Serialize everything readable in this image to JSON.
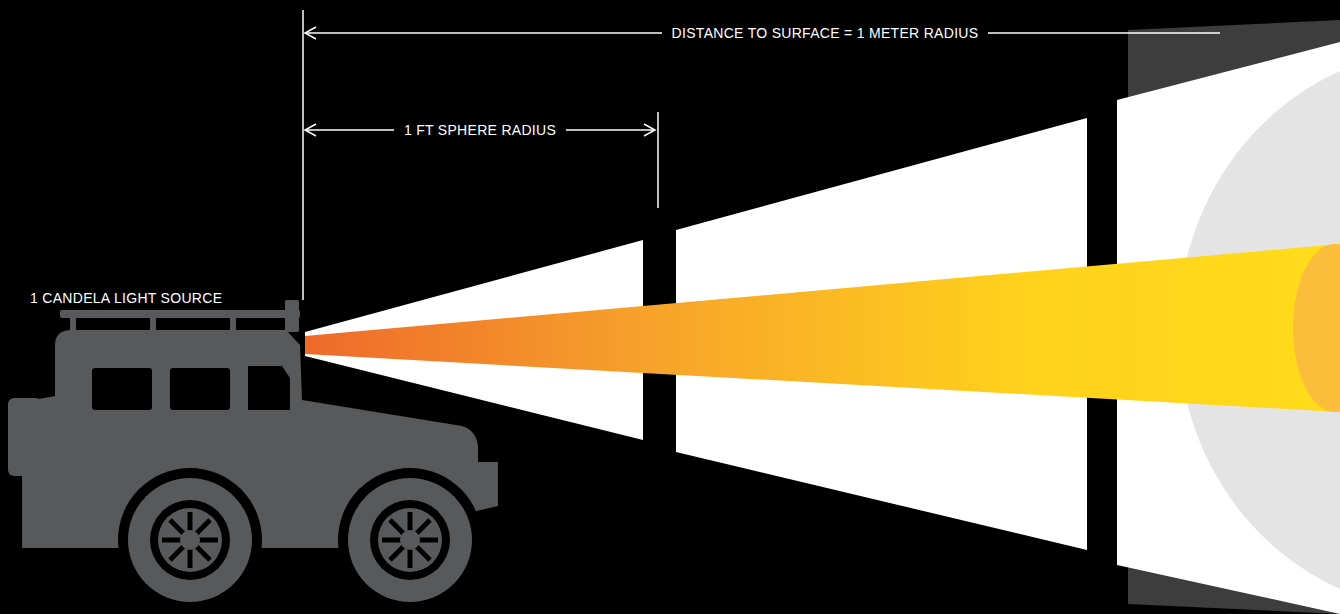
{
  "diagram": {
    "labels": [
      "DISTANCE TO SURFACE = 1 METER RADIUS",
      "1 FT SPHERE RADIUS",
      "1 CANDELA LIGHT SOURCE"
    ]
  }
}
